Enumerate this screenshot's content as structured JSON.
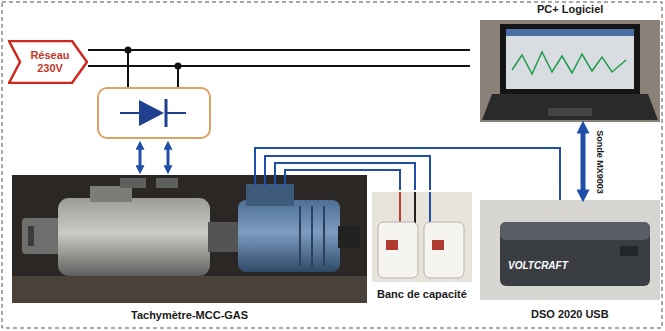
{
  "diagram": {
    "nodes": [
      {
        "text": [
          "Réseau 230V"
        ]
      },
      {
        "text": [
          "Tachymètre-MCC-GAS"
        ]
      },
      {
        "text": [
          "Banc de capacité"
        ]
      },
      {
        "text": [
          "PC+ Logiciel"
        ]
      },
      {
        "text": [
          "DSO 2020 USB",
          "VOLTCRAFT"
        ]
      }
    ],
    "edges": [
      {
        "from": 1,
        "to": 2,
        "arrow": "none"
      },
      {
        "from": 1,
        "to": 4,
        "arrow": "none"
      },
      {
        "from": 3,
        "to": 4,
        "arrow": "both",
        "label": "Sonde MX9003"
      }
    ]
  }
}
